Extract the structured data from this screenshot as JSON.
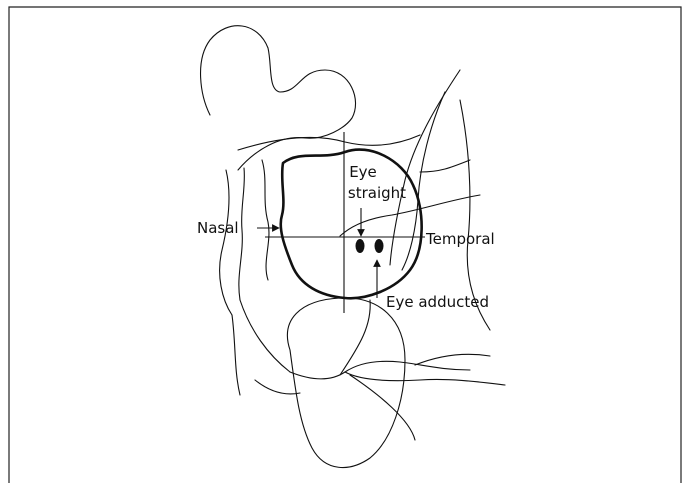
{
  "diagram": {
    "labels": {
      "eye_straight_line1": "Eye",
      "eye_straight_line2": "straight",
      "nasal": "Nasal",
      "temporal": "Temporal",
      "eye_adducted": "Eye adducted"
    }
  }
}
